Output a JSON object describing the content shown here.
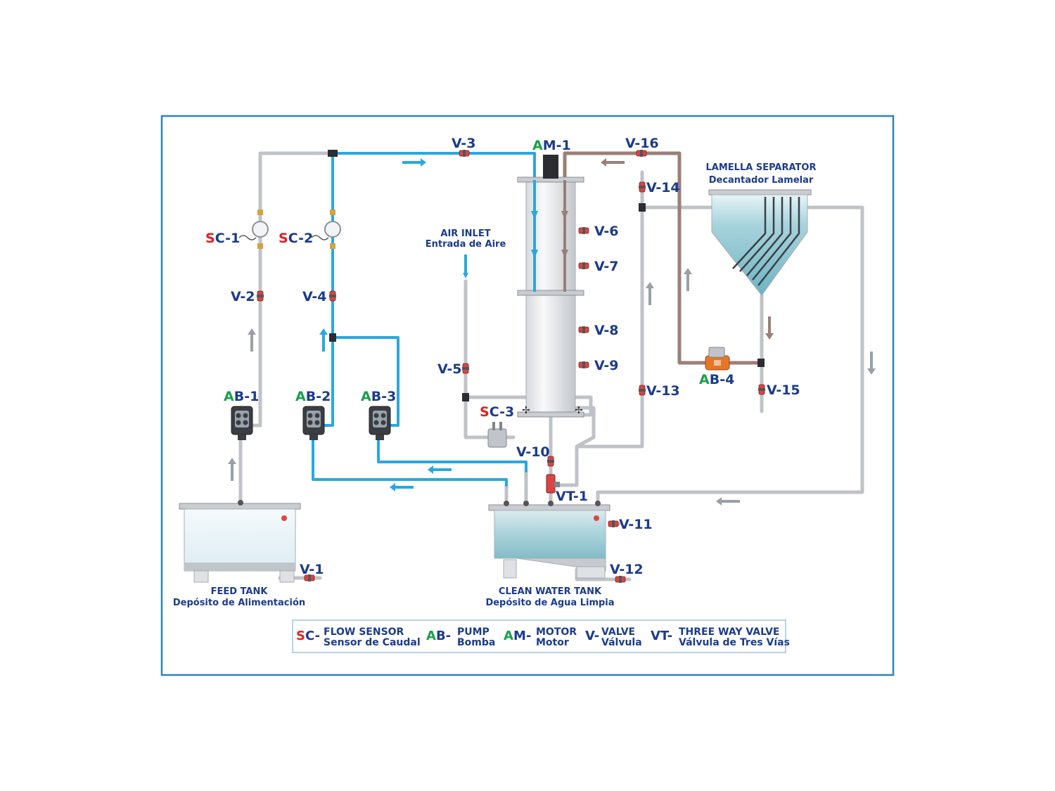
{
  "colors": {
    "frame": "#2a84c2",
    "water": "#29a8e0",
    "pipe_gray": "#bfc3c8",
    "pipe_brown": "#9a7f78",
    "label_blue": "#1b3b8c",
    "label_red": "#e02020",
    "label_green": "#17a04a"
  },
  "components": {
    "sc1": {
      "prefix": "S",
      "rest": "C-1"
    },
    "sc2": {
      "prefix": "S",
      "rest": "C-2"
    },
    "sc3": {
      "prefix": "S",
      "rest": "C-3"
    },
    "ab1": {
      "prefix": "A",
      "rest": "B-1"
    },
    "ab2": {
      "prefix": "A",
      "rest": "B-2"
    },
    "ab3": {
      "prefix": "A",
      "rest": "B-3"
    },
    "ab4": {
      "prefix": "A",
      "rest": "B-4"
    },
    "am1": {
      "prefix": "A",
      "rest": "M-1"
    },
    "vt1": "VT-1"
  },
  "valves": {
    "v1": "V-1",
    "v2": "V-2",
    "v3": "V-3",
    "v4": "V-4",
    "v5": "V-5",
    "v6": "V-6",
    "v7": "V-7",
    "v8": "V-8",
    "v9": "V-9",
    "v10": "V-10",
    "v11": "V-11",
    "v12": "V-12",
    "v13": "V-13",
    "v14": "V-14",
    "v15": "V-15",
    "v16": "V-16"
  },
  "labels": {
    "air_inlet_en": "AIR INLET",
    "air_inlet_es": "Entrada de Aire",
    "lamella_en": "LAMELLA SEPARATOR",
    "lamella_es": "Decantador Lamelar",
    "feed_tank_en": "FEED TANK",
    "feed_tank_es": "Depósito de Alimentación",
    "clean_tank_en": "CLEAN WATER TANK",
    "clean_tank_es": "Depósito de Agua Limpia"
  },
  "legend": [
    {
      "p1": "S",
      "p2": "C-",
      "en": "FLOW SENSOR",
      "es": "Sensor de Caudal"
    },
    {
      "p1": "A",
      "p2": "B-",
      "en": "PUMP",
      "es": "Bomba"
    },
    {
      "p1": "A",
      "p2": "M-",
      "en": "MOTOR",
      "es": "Motor"
    },
    {
      "p1": "",
      "p2": "V-",
      "en": "VALVE",
      "es": "Válvula"
    },
    {
      "p1": "",
      "p2": "VT-",
      "en": "THREE WAY VALVE",
      "es": "Válvula de Tres Vías"
    }
  ]
}
